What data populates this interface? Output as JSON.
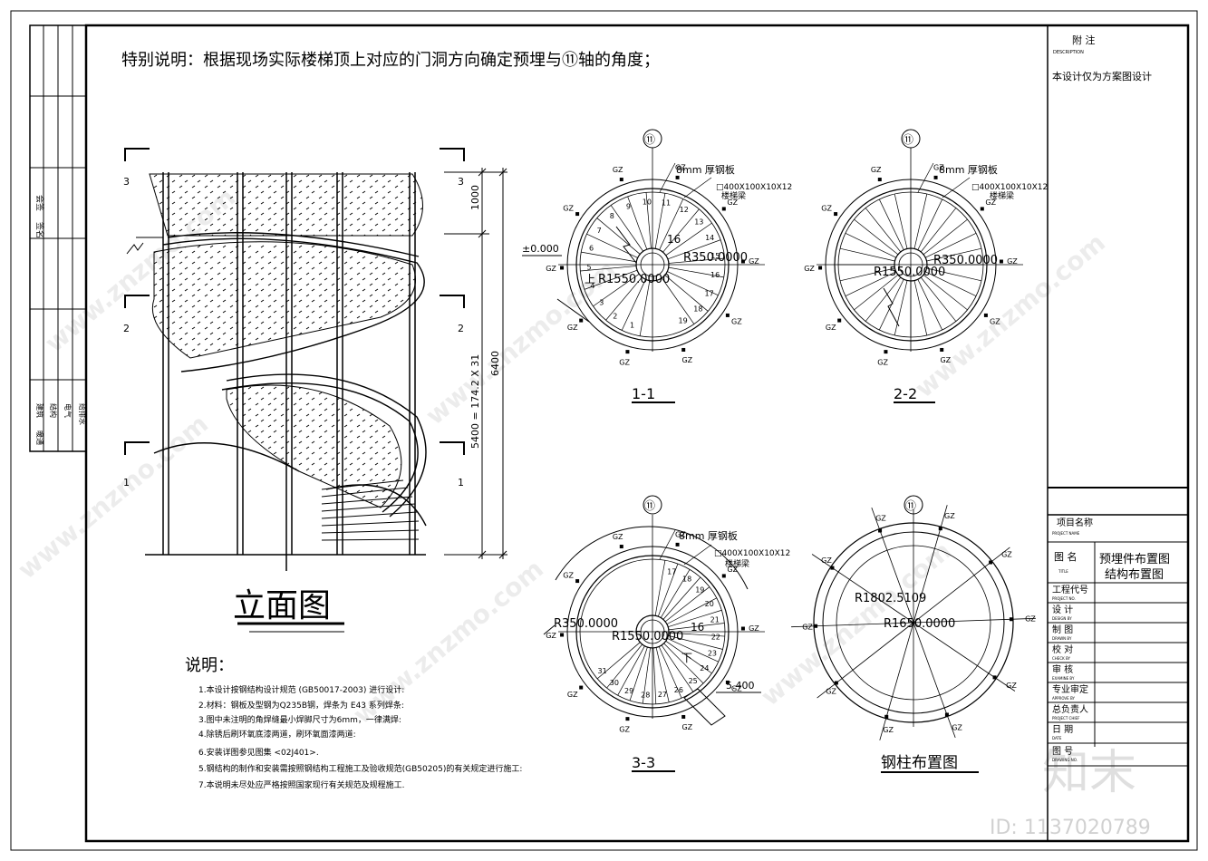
{
  "special_note": "特别说明：根据现场实际楼梯顶上对应的门洞方向确定预埋与⑪轴的角度；",
  "axis_label": "⑪",
  "elevation": {
    "title": "立面图",
    "section_marks": [
      "3",
      "2",
      "1"
    ],
    "level": "±0.000",
    "dim_top": "1000",
    "dim_stair": "5400 = 174.2 X 31",
    "dim_total": "6400"
  },
  "notes": {
    "heading": "说明：",
    "items": [
      "1.本设计按钢结构设计规范 (GB50017-2003) 进行设计:",
      "2.材料：钢板及型钢为Q235B钢，焊条为 E43 系列焊条:",
      "3.图中未注明的角焊缝最小焊脚尺寸为6mm，一律满焊:",
      "4.除锈后刷环氧底漆两道，刷环氧面漆两道:",
      "6.安装详图参见图集 <02J401>.",
      "5.钢结构的制作和安装需按照钢结构工程施工及验收规范(GB50205)的有关规定进行施工:",
      "7.本说明未尽处应严格按照国家现行有关规范及规程施工."
    ]
  },
  "plans": {
    "plate_label": "8mm 厚钢板",
    "beam_label": "□400X100X10X12",
    "beam_label2": "楼梯梁",
    "column_tag": "GZ",
    "r_inner": "R350.0000",
    "r_outer": "R1550.0000",
    "up_label": "上",
    "down_label": "下",
    "step_note": "16",
    "section_1_1": "1-1",
    "section_2_2": "2-2",
    "section_3_3": "3-3",
    "top_level": "5.400",
    "steps_1_1": [
      "1",
      "2",
      "3",
      "4",
      "5",
      "6",
      "7",
      "8",
      "9",
      "10",
      "11",
      "12",
      "13",
      "14",
      "15",
      "16",
      "17",
      "18",
      "19"
    ],
    "steps_3_3": [
      "17",
      "18",
      "19",
      "20",
      "21",
      "22",
      "23",
      "24",
      "25",
      "26",
      "27",
      "28",
      "29",
      "30",
      "31"
    ],
    "column_plan_title": "钢柱布置图",
    "column_r1": "R1802.5109",
    "column_r2": "R1650.0000"
  },
  "title_block": {
    "desc_cn": "附 注",
    "desc_en": "DESCRIPTION",
    "desc_text": "本设计仅为方案图设计",
    "project_name_cn": "项目名称",
    "project_name_en": "PROJECT NAME",
    "title_cn": "图 名",
    "title_en": "TITLE",
    "title_line1": "预埋件布置图",
    "title_line2": "结构布置图",
    "rows": [
      {
        "cn": "工程代号",
        "en": "PROJECT NO."
      },
      {
        "cn": "设 计",
        "en": "DESIGN BY"
      },
      {
        "cn": "制 图",
        "en": "DRAWN BY"
      },
      {
        "cn": "校 对",
        "en": "CHECK BY"
      },
      {
        "cn": "审 核",
        "en": "EXAMINE BY"
      },
      {
        "cn": "专业审定",
        "en": "APPROVE BY"
      },
      {
        "cn": "总负责人",
        "en": "PROJECT CHIEF"
      },
      {
        "cn": "日 期",
        "en": "DATE"
      },
      {
        "cn": "图 号",
        "en": "DRAWING NO."
      }
    ]
  },
  "sidebar": {
    "labels": [
      "建筑",
      "结构",
      "电气",
      "给排水",
      "暖通"
    ],
    "signature_text": [
      "会签",
      "签名"
    ]
  },
  "watermark": {
    "site": "www.znzmo.com",
    "brand_cn": "知末",
    "id_text": "ID: 1137020789"
  }
}
